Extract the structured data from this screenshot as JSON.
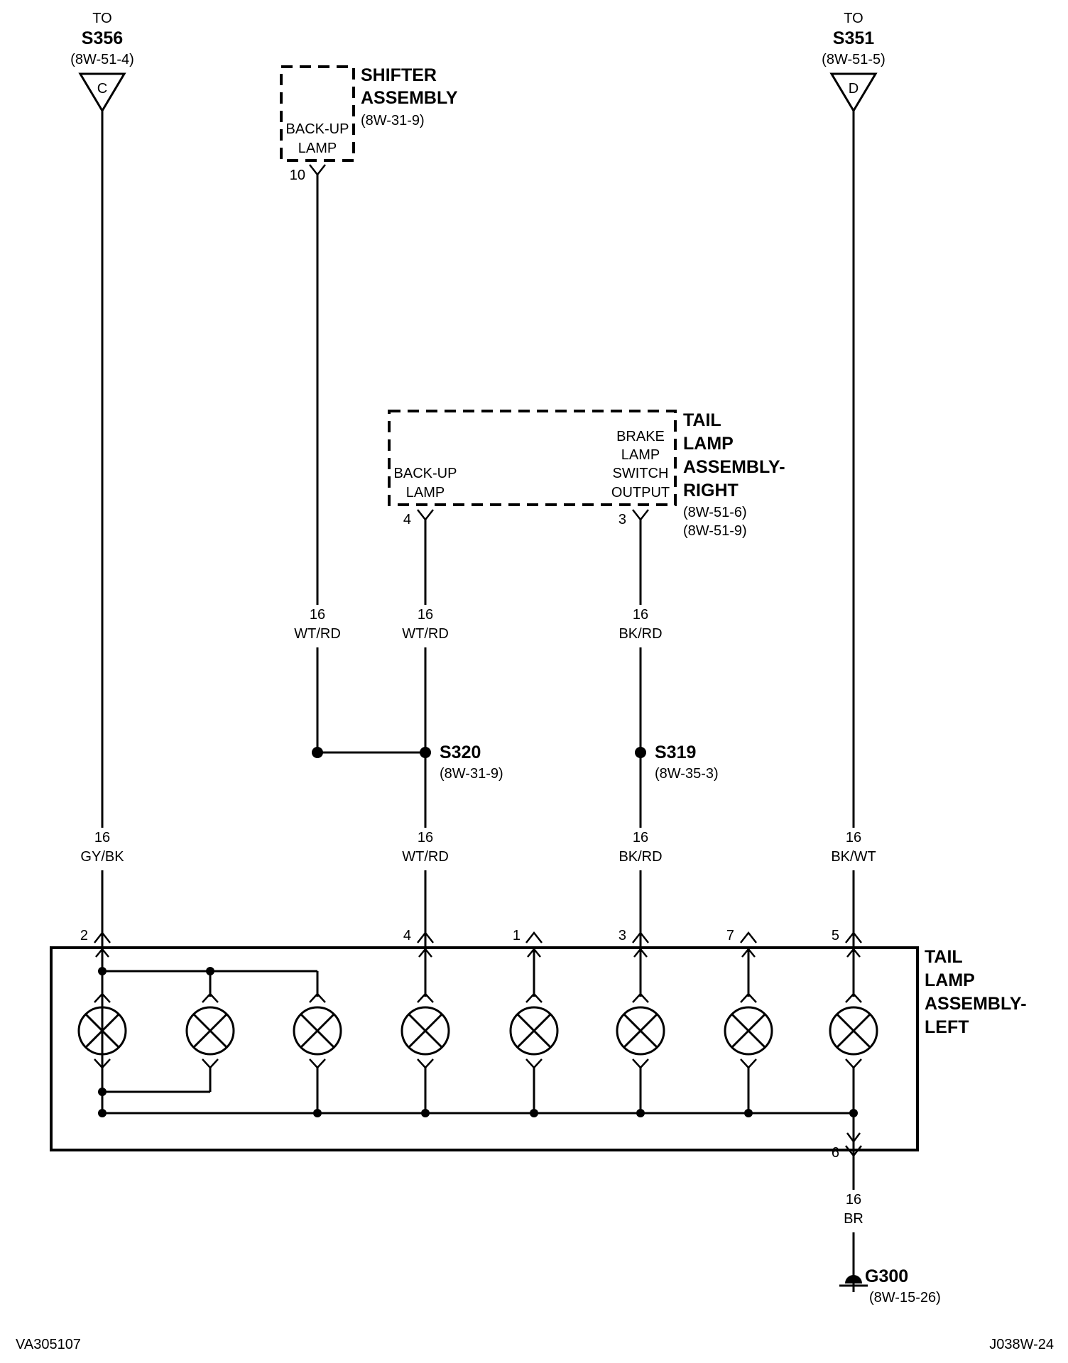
{
  "connector_c": {
    "to": "TO",
    "splice": "S356",
    "ref": "(8W-51-4)",
    "letter": "C"
  },
  "connector_d": {
    "to": "TO",
    "splice": "S351",
    "ref": "(8W-51-5)",
    "letter": "D"
  },
  "shifter": {
    "title1": "SHIFTER",
    "title2": "ASSEMBLY",
    "ref": "(8W-31-9)",
    "circuit1": "BACK-UP",
    "circuit2": "LAMP",
    "pin": "10"
  },
  "tail_right": {
    "title1": "TAIL",
    "title2": "LAMP",
    "title3": "ASSEMBLY-",
    "title4": "RIGHT",
    "ref1": "(8W-51-6)",
    "ref2": "(8W-51-9)",
    "circuit_a1": "BACK-UP",
    "circuit_a2": "LAMP",
    "pin_a": "4",
    "circuit_b1": "BRAKE",
    "circuit_b2": "LAMP",
    "circuit_b3": "SWITCH",
    "circuit_b4": "OUTPUT",
    "pin_b": "3"
  },
  "wires": {
    "shifter": {
      "gauge": "16",
      "color": "WT/RD"
    },
    "right_backup": {
      "gauge": "16",
      "color": "WT/RD"
    },
    "right_brake": {
      "gauge": "16",
      "color": "BK/RD"
    },
    "left_c": {
      "gauge": "16",
      "color": "GY/BK"
    },
    "left_backup": {
      "gauge": "16",
      "color": "WT/RD"
    },
    "left_brake": {
      "gauge": "16",
      "color": "BK/RD"
    },
    "left_d": {
      "gauge": "16",
      "color": "BK/WT"
    },
    "ground": {
      "gauge": "16",
      "color": "BR"
    }
  },
  "splices": {
    "s320": {
      "name": "S320",
      "ref": "(8W-31-9)"
    },
    "s319": {
      "name": "S319",
      "ref": "(8W-35-3)"
    }
  },
  "tail_left": {
    "title1": "TAIL",
    "title2": "LAMP",
    "title3": "ASSEMBLY-",
    "title4": "LEFT",
    "pins": [
      "2",
      "4",
      "1",
      "3",
      "7",
      "5"
    ],
    "ground_pin": "6"
  },
  "ground": {
    "name": "G300",
    "ref": "(8W-15-26)"
  },
  "footer": {
    "left": "VA305107",
    "right": "J038W-24"
  }
}
